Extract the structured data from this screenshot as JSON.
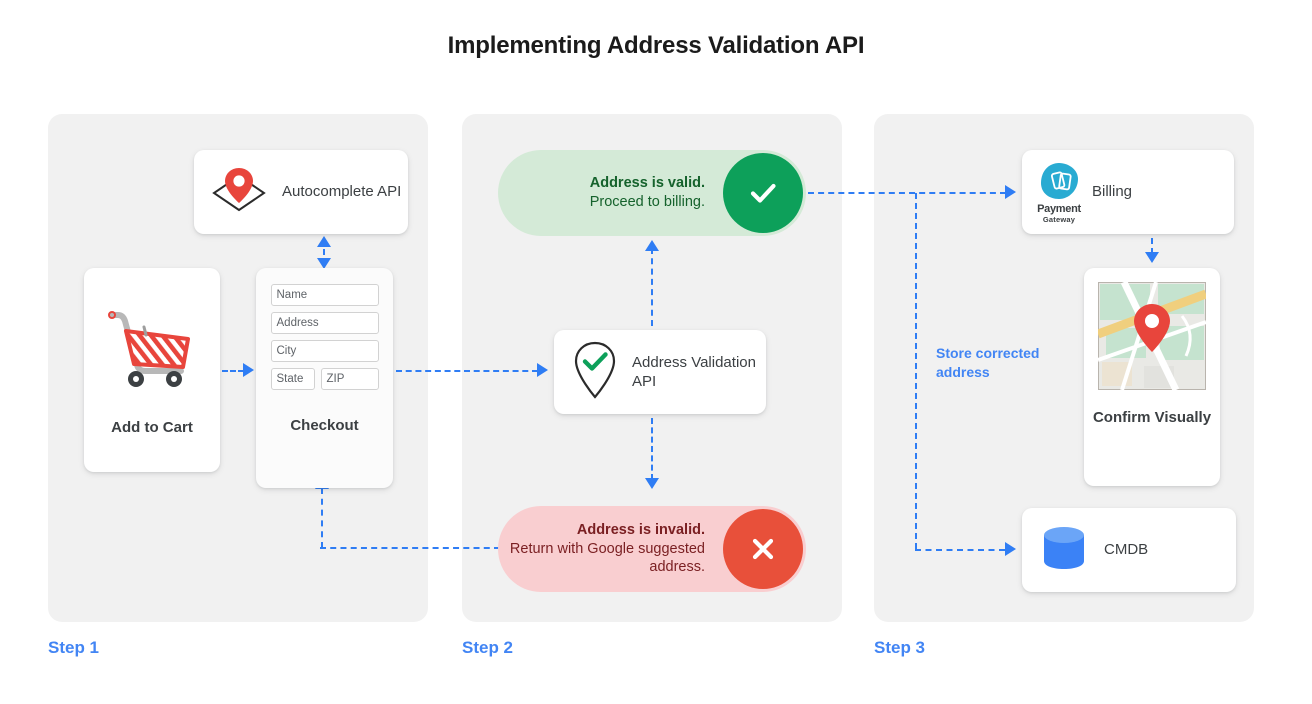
{
  "title": "Implementing Address Validation API",
  "theme": {
    "accent_blue": "#4285f4",
    "connector_blue": "#2f7df4",
    "panel_bg": "#f1f1f1",
    "valid_bg": "#d4ead7",
    "valid_circle": "#0da05a",
    "invalid_bg": "#f9ced0",
    "invalid_circle": "#e8503a",
    "pin_red": "#e8453c",
    "cmdb_blue": "#4285f4"
  },
  "steps": [
    {
      "label": "Step 1"
    },
    {
      "label": "Step 2"
    },
    {
      "label": "Step 3"
    }
  ],
  "step1": {
    "autocomplete": {
      "label": "Autocomplete API",
      "icon": "map-pin-diamond-icon"
    },
    "cart": {
      "label": "Add to Cart",
      "icon": "shopping-cart-icon"
    },
    "checkout": {
      "label": "Checkout",
      "fields": [
        {
          "name": "name-field",
          "value": "Name"
        },
        {
          "name": "address-field",
          "value": "Address"
        },
        {
          "name": "city-field",
          "value": "City"
        },
        {
          "name": "state-field",
          "value": "State"
        },
        {
          "name": "zip-field",
          "value": "ZIP"
        }
      ]
    }
  },
  "step2": {
    "valid": {
      "title": "Address is valid.",
      "subtitle": "Proceed to billing.",
      "icon": "check-icon"
    },
    "validation_api": {
      "label": "Address Validation API",
      "icon": "map-pin-check-icon"
    },
    "invalid": {
      "title": "Address is invalid.",
      "subtitle": "Return with Google suggested address.",
      "icon": "close-icon"
    }
  },
  "step3": {
    "billing": {
      "label": "Billing",
      "logo_primary": "Payment",
      "logo_secondary": "Gateway",
      "icon": "payment-gateway-icon"
    },
    "map": {
      "label": "Confirm Visually",
      "icon": "map-thumbnail-icon"
    },
    "cmdb": {
      "label": "CMDB",
      "icon": "database-icon"
    },
    "store_note": "Store corrected address"
  }
}
